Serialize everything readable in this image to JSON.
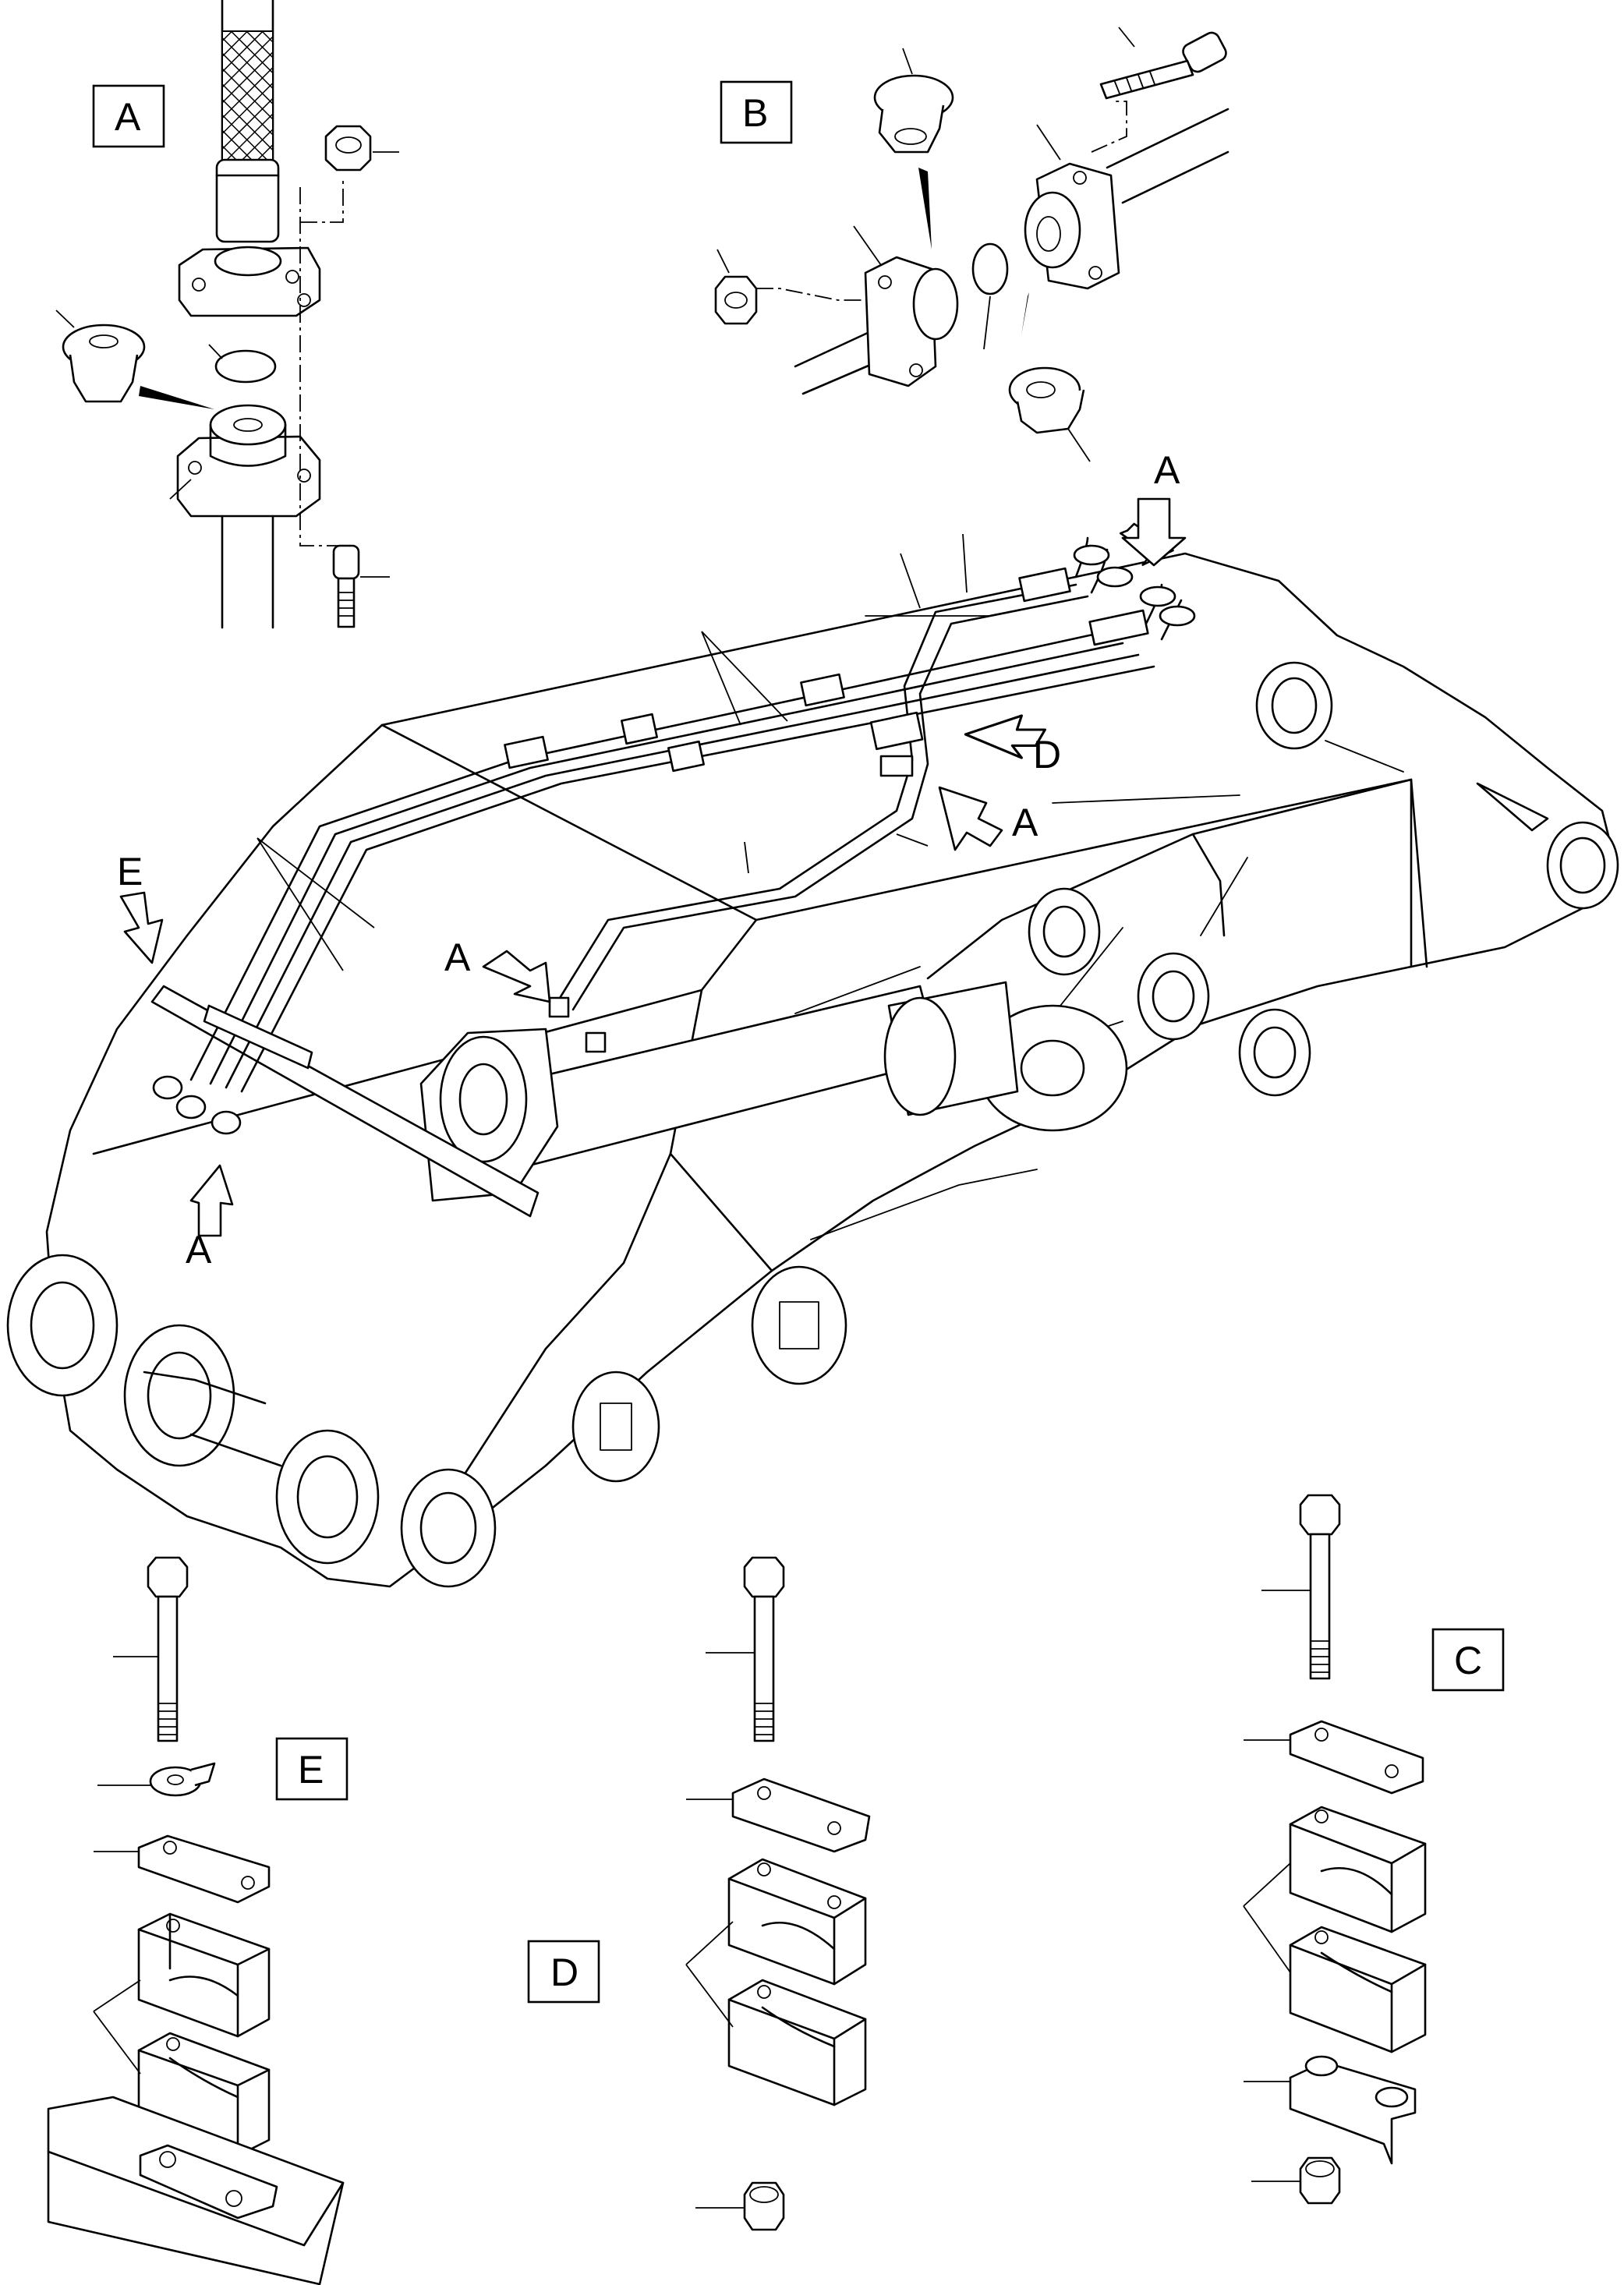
{
  "diagram": {
    "detail_boxes": [
      {
        "id": "A",
        "label": "A"
      },
      {
        "id": "B",
        "label": "B"
      },
      {
        "id": "C",
        "label": "C"
      },
      {
        "id": "D",
        "label": "D"
      },
      {
        "id": "E",
        "label": "E"
      }
    ],
    "view_arrows": [
      {
        "id": "arrow-a-top-right",
        "label": "A"
      },
      {
        "id": "arrow-d",
        "label": "D"
      },
      {
        "id": "arrow-a-center",
        "label": "A"
      },
      {
        "id": "arrow-a-left-mid",
        "label": "A"
      },
      {
        "id": "arrow-e",
        "label": "E"
      },
      {
        "id": "arrow-a-bottom-left",
        "label": "A"
      }
    ]
  }
}
